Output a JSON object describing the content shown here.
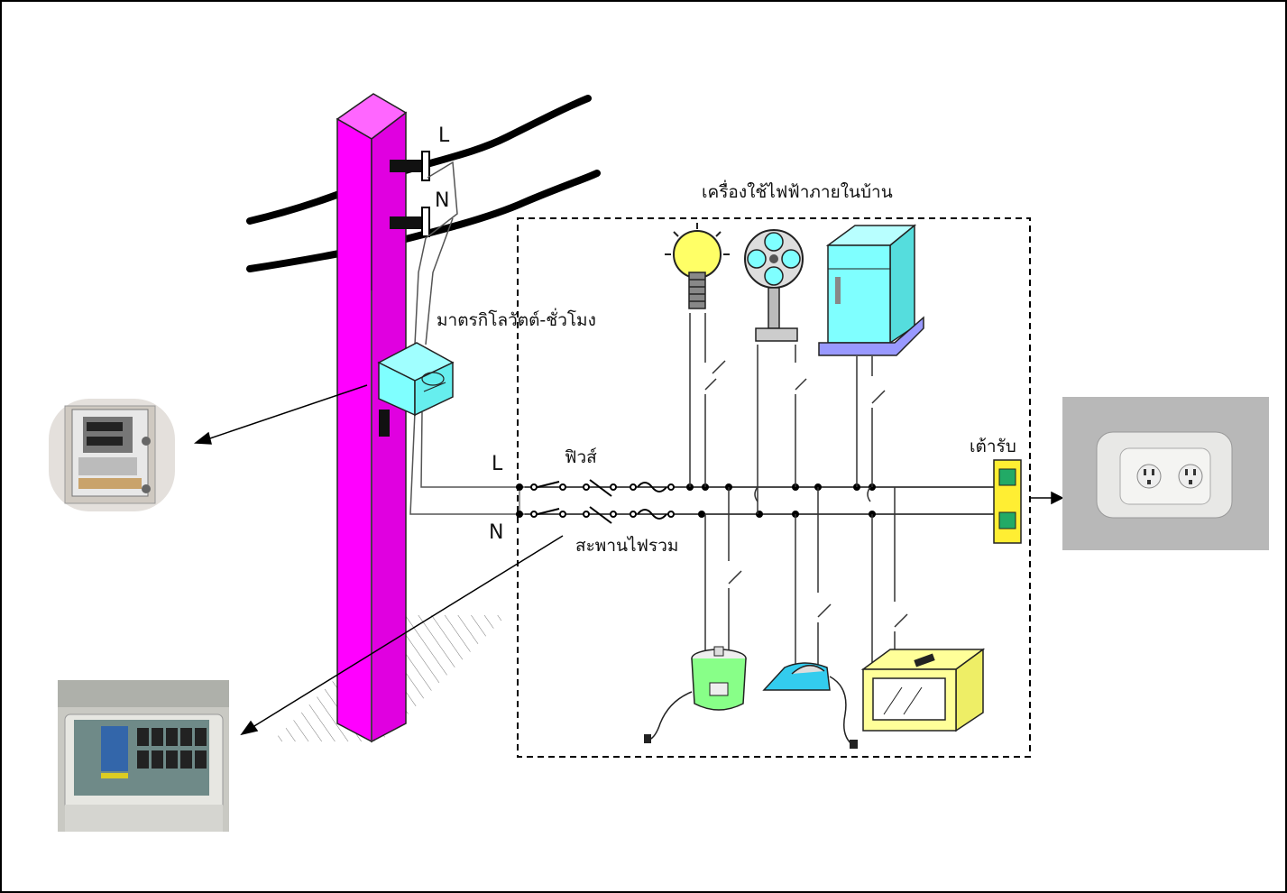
{
  "labels": {
    "pole_line_l": "L",
    "pole_line_n": "N",
    "appliances_title": "เครื่องใช้ไฟฟ้าภายในบ้าน",
    "meter": "มาตรกิโลวัตต์-ชั่วโมง",
    "fuse": "ฟิวส์",
    "panel": "สะพานไฟรวม",
    "house_line_l": "L",
    "house_line_n": "N",
    "outlet": "เต้ารับ"
  },
  "colors": {
    "pole": "#ff00ff",
    "pole_side": "#e000e0",
    "appliance_cyan": "#7fffff",
    "lamp_yellow": "#ffff66",
    "outlet_yellow": "#ffee33",
    "stand_purple": "#9999ff",
    "photo_grey": "#b8b8b8"
  },
  "icons": {
    "meter_photo": "kwh-meter-photo-icon",
    "panel_photo": "consumer-unit-photo-icon",
    "outlet_photo": "wall-socket-photo-icon",
    "lamp": "light-bulb-icon",
    "fan": "fan-icon",
    "fridge": "refrigerator-icon",
    "rice_cooker": "rice-cooker-icon",
    "iron": "iron-icon",
    "oven": "toaster-oven-icon"
  }
}
